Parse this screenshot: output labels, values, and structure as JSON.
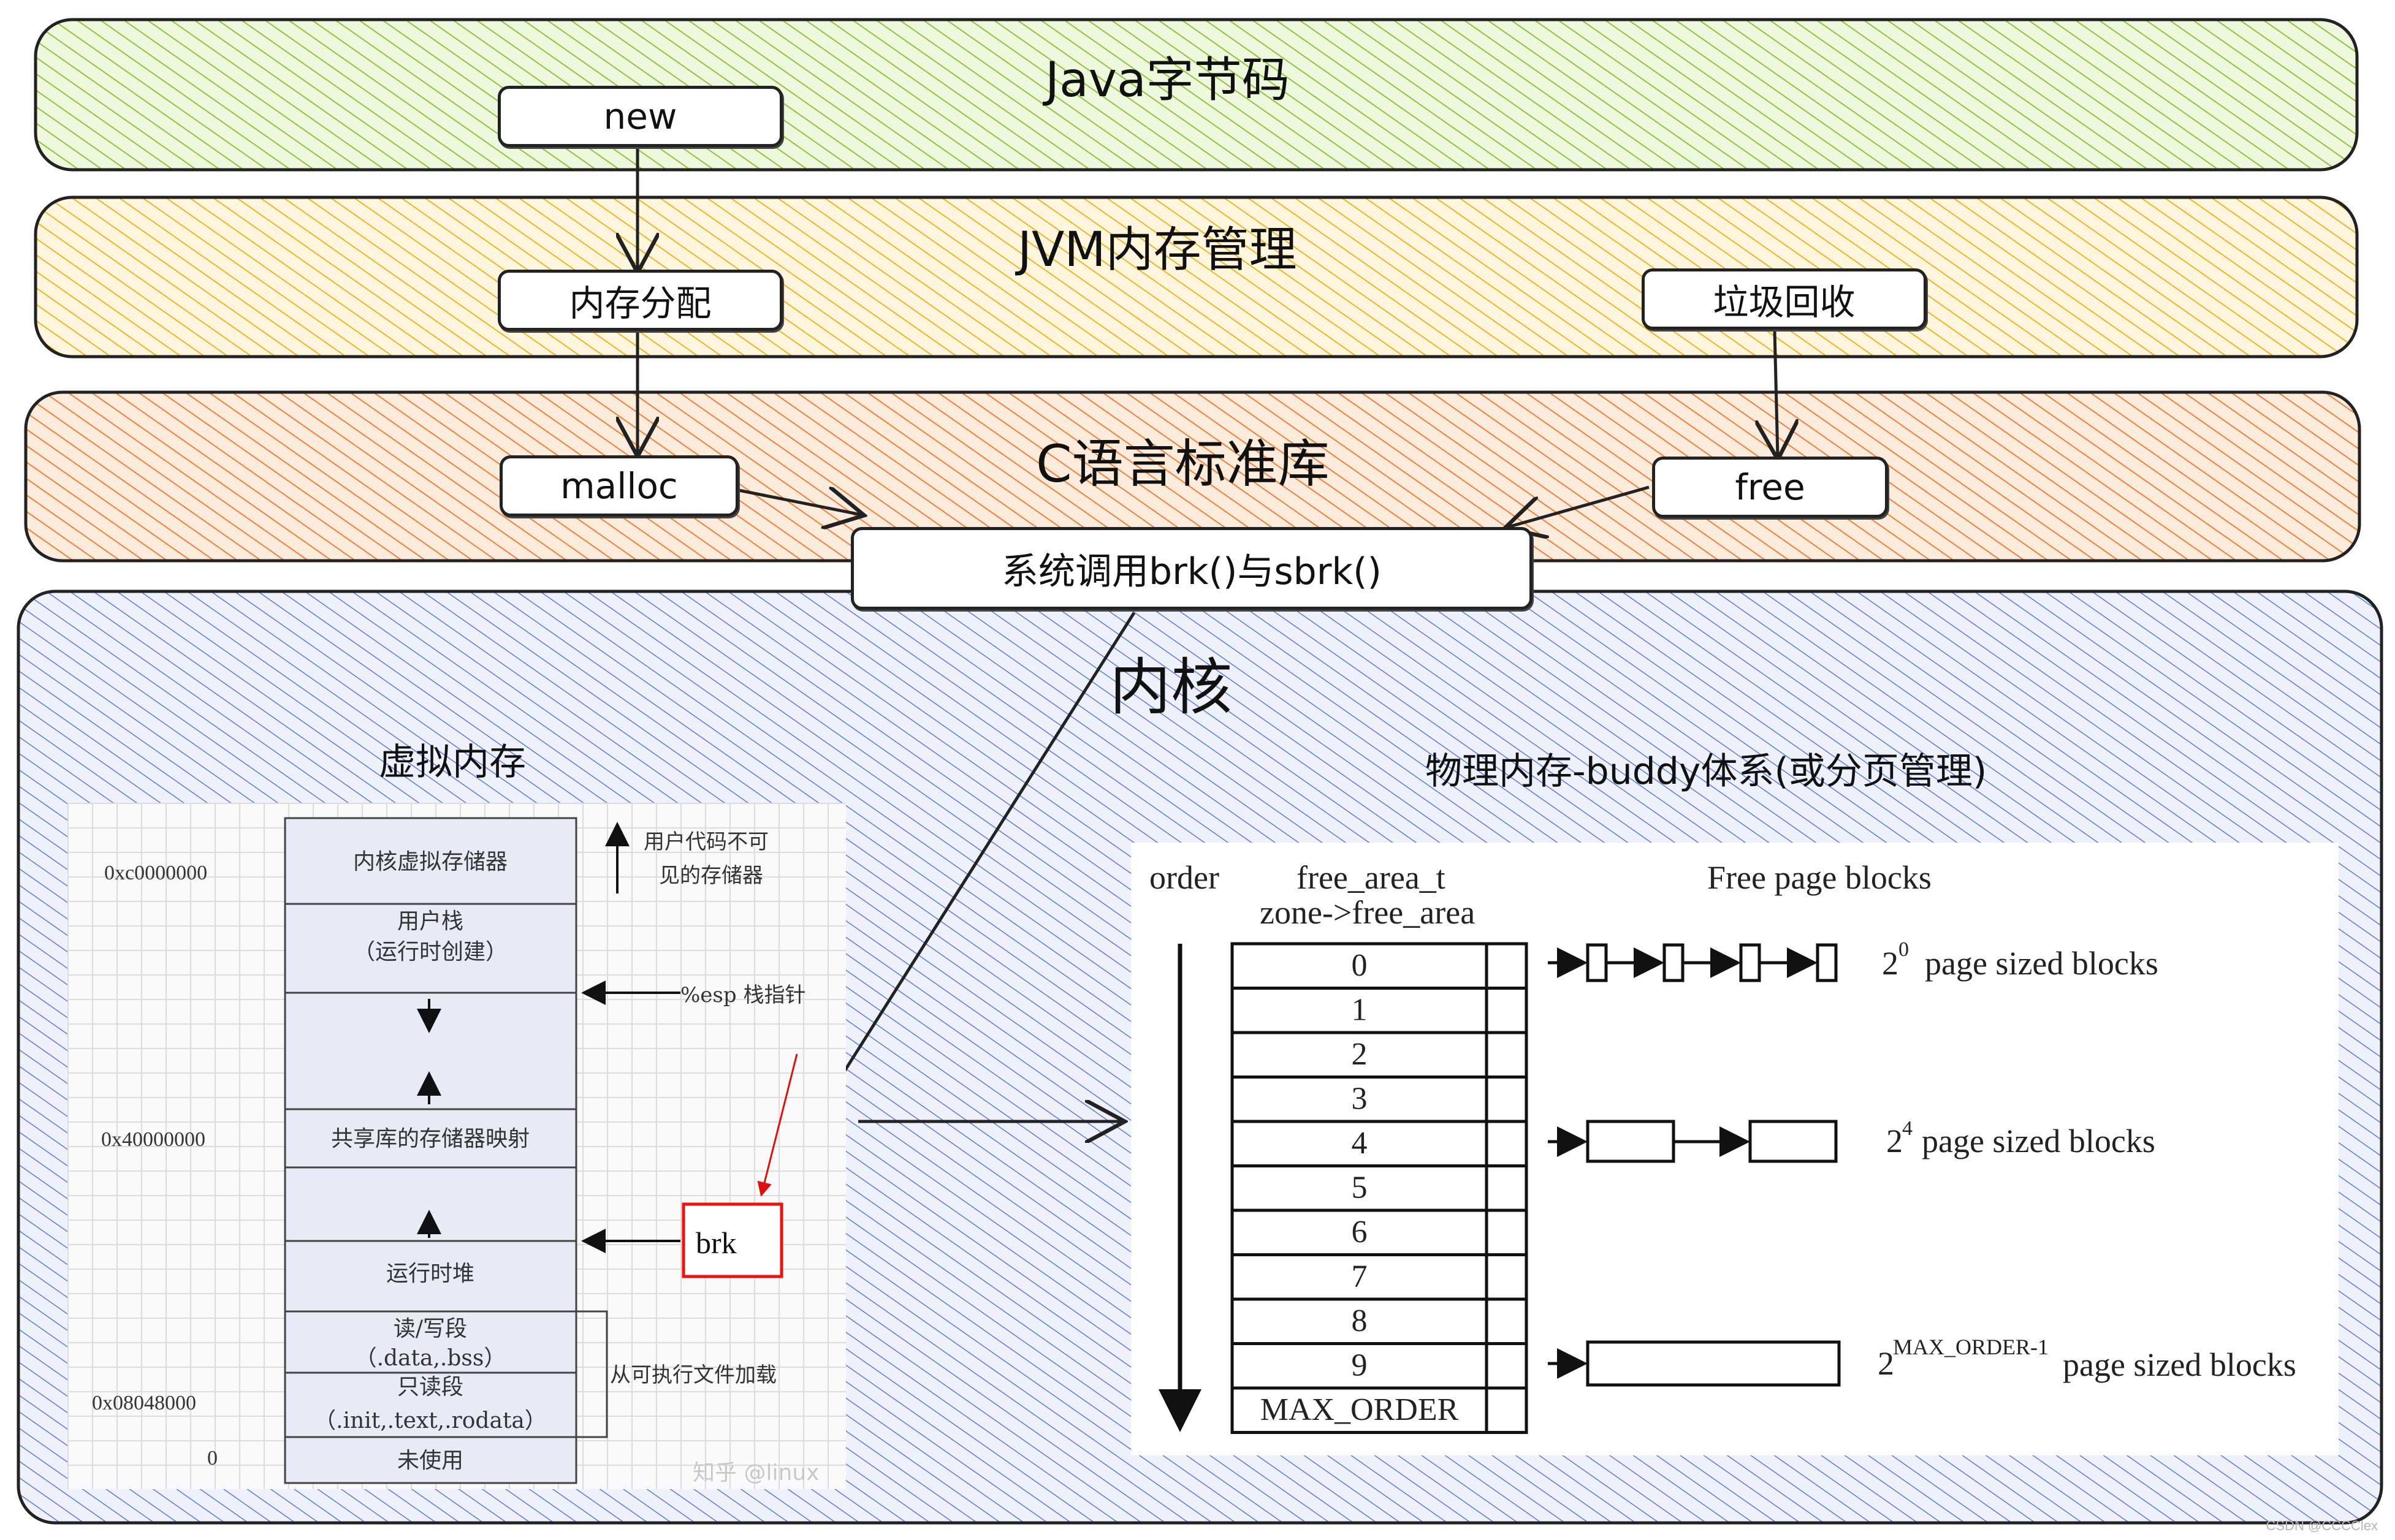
{
  "layers": {
    "java": "Java字节码",
    "jvm": "JVM内存管理",
    "clib": "C语言标准库",
    "kernel": "内核"
  },
  "boxes": {
    "new": "new",
    "alloc": "内存分配",
    "gc": "垃圾回收",
    "malloc": "malloc",
    "free": "free",
    "syscall": "系统调用brk()与sbrk()"
  },
  "virtual_memory": {
    "title": "虚拟内存",
    "addresses": [
      "0xc0000000",
      "0x40000000",
      "0x08048000",
      "0"
    ],
    "segments": [
      {
        "line1": "内核虚拟存储器",
        "line2": ""
      },
      {
        "line1": "用户栈",
        "line2": "（运行时创建）"
      },
      {
        "line1": "",
        "line2": ""
      },
      {
        "line1": "共享库的存储器映射",
        "line2": ""
      },
      {
        "line1": "",
        "line2": ""
      },
      {
        "line1": "运行时堆",
        "line2": ""
      },
      {
        "line1": "读/写段",
        "line2": "（.data,.bss）"
      },
      {
        "line1": "只读段",
        "line2": "（.init,.text,.rodata）"
      },
      {
        "line1": "未使用",
        "line2": ""
      }
    ],
    "note_user": [
      "用户代码不可",
      "见的存储器"
    ],
    "esp_label": "%esp 栈指针",
    "brk_label": "brk",
    "load_label": "从可执行文件加载",
    "watermark": "知乎 @linux"
  },
  "buddy": {
    "title": "物理内存-buddy体系(或分页管理)",
    "order_label": "order",
    "free_area_label1": "free_area_t",
    "free_area_label2": "zone->free_area",
    "free_blocks_label": "Free page blocks",
    "orders": [
      "0",
      "1",
      "2",
      "3",
      "4",
      "5",
      "6",
      "7",
      "8",
      "9",
      "MAX_ORDER"
    ],
    "block_labels": [
      {
        "base": "2",
        "exp": "0",
        "text": "page sized blocks"
      },
      {
        "base": "2",
        "exp": "4",
        "text": "page sized blocks"
      },
      {
        "base": "2",
        "exp": "MAX_ORDER-1",
        "text": "page sized blocks"
      }
    ]
  },
  "footer_mark": "CSDN @CCCClex"
}
